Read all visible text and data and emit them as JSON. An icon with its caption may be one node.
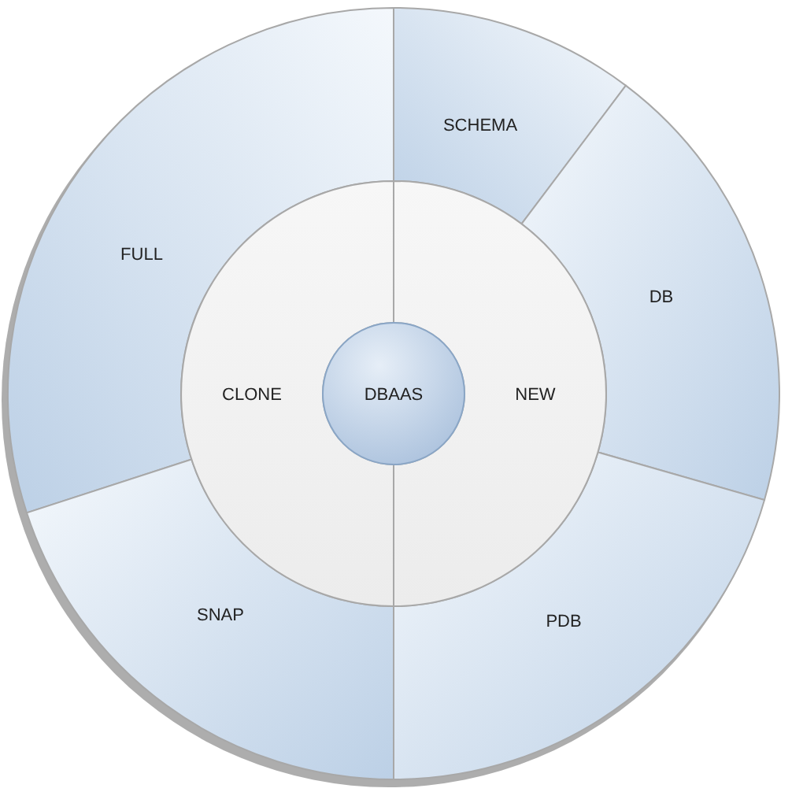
{
  "diagram": {
    "nodes": [
      {
        "text": [
          "SCHEMA"
        ]
      },
      {
        "text": [
          "FULL"
        ]
      },
      {
        "text": [
          "DB"
        ]
      },
      {
        "text": [
          "CLONE"
        ]
      },
      {
        "text": [
          "DBAAS"
        ]
      },
      {
        "text": [
          "NEW"
        ]
      },
      {
        "text": [
          "SNAP"
        ]
      },
      {
        "text": [
          "PDB"
        ]
      }
    ]
  }
}
